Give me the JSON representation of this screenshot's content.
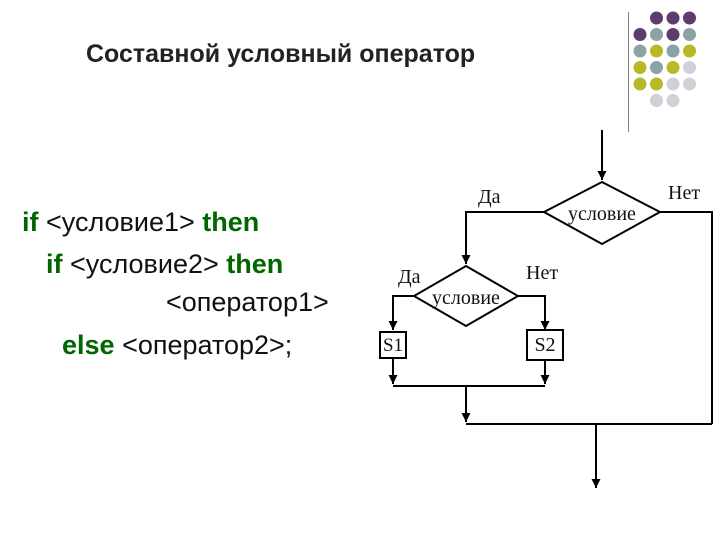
{
  "title": "Составной условный оператор",
  "code": {
    "line1": {
      "kw1": "if",
      "mid": " <условие1> ",
      "kw2": "then"
    },
    "line2": {
      "kw1": "if",
      "mid": " <условие2> ",
      "kw2": "then"
    },
    "line3": {
      "text": "<оператор1>"
    },
    "line4": {
      "kw1": "else",
      "mid": " <оператор2>;"
    }
  },
  "flowchart": {
    "outer_condition": "условие",
    "outer_yes": "Да",
    "outer_no": "Нет",
    "inner_condition": "условие",
    "inner_yes": "Да",
    "inner_no": "Нет",
    "s1": "S1",
    "s2": "S2"
  },
  "colors": {
    "keyword": "#006600",
    "dot_purple": "#5c3d6e",
    "dot_teal": "#8aa3a3",
    "dot_yellow": "#b9b927",
    "dot_gray": "#d0d0d8"
  }
}
